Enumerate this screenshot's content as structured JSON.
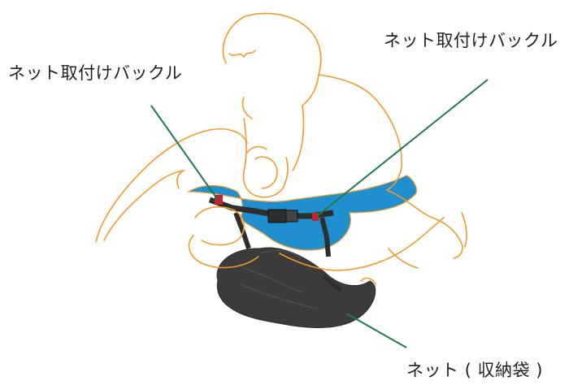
{
  "callouts": {
    "buckle_left": "ネット取付けバックル",
    "buckle_right": "ネット取付けバックル",
    "net_bag": "ネット ( 収納袋 )"
  },
  "colors": {
    "outline": "#f39a2b",
    "seat_blue": "#1f8fcf",
    "net_dark": "#3b3b3b",
    "leader_line": "#1f7a4e",
    "strap_dark": "#2e2e2e",
    "buckle_red": "#c0272d"
  }
}
